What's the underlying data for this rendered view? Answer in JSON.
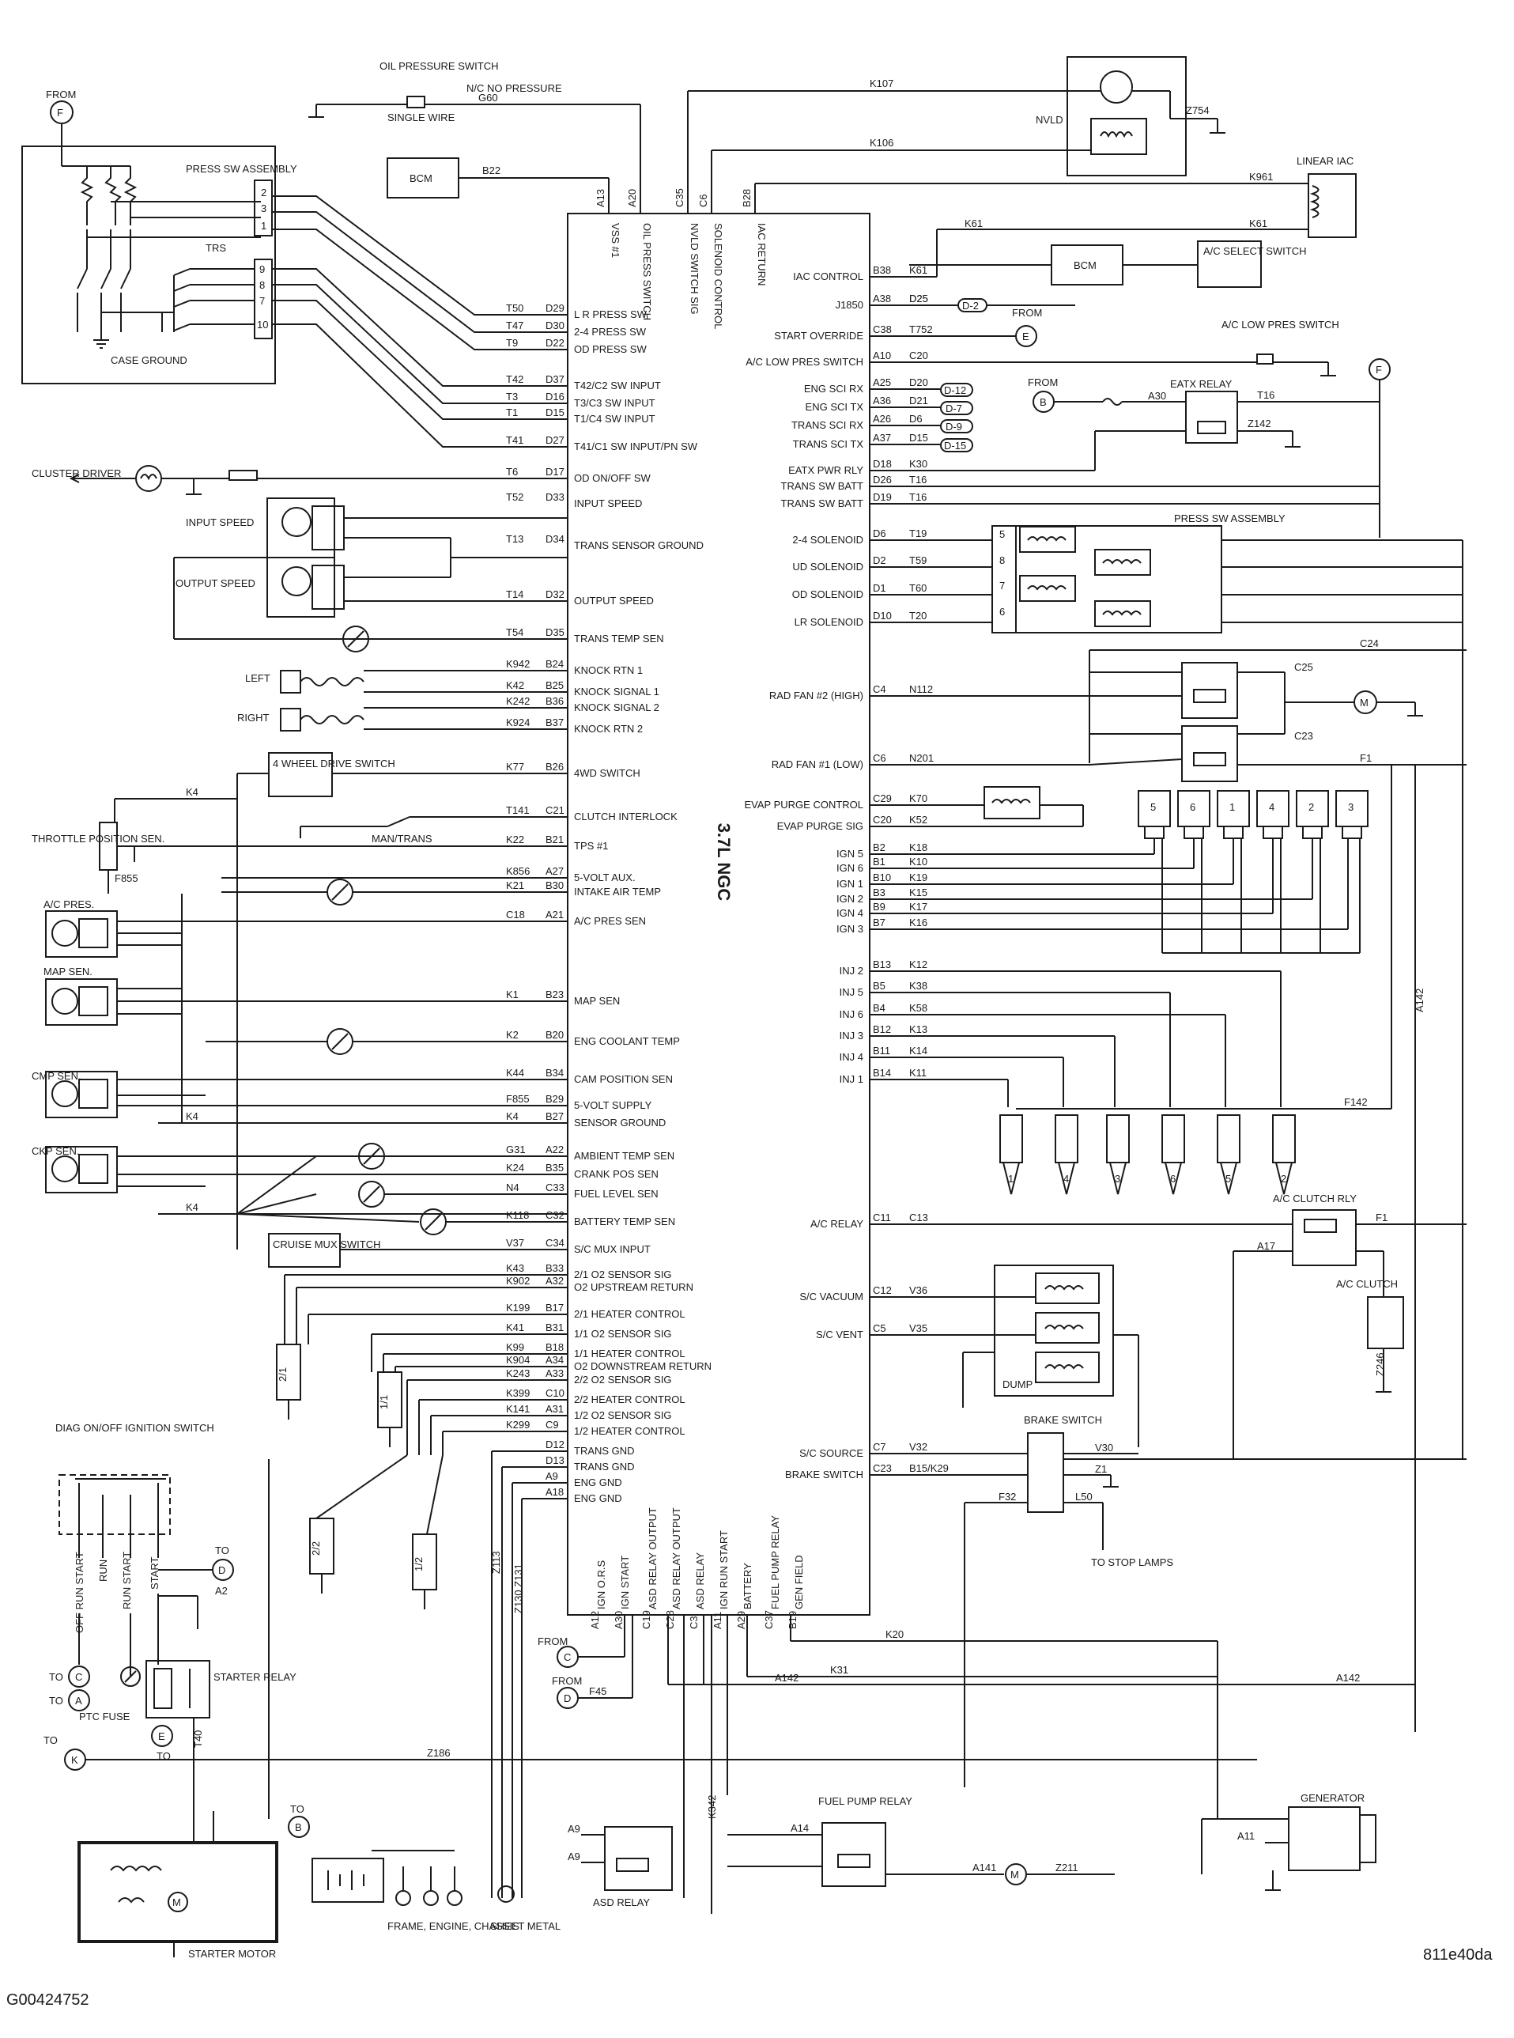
{
  "ecm": {
    "title": "3.7L NGC"
  },
  "top_pins": [
    {
      "pin": "A13",
      "label": "VSS #1"
    },
    {
      "pin": "A20",
      "label": "OIL PRESS SWITCH"
    },
    {
      "pin": "C35",
      "label": "NVLD SWITCH SIG"
    },
    {
      "pin": "C6",
      "label": "SOLENOID CONTROL"
    },
    {
      "pin": "B28",
      "label": "IAC RETURN"
    }
  ],
  "left_pins": [
    {
      "label": "L R PRESS SW",
      "pin": "D29",
      "wire": "T50"
    },
    {
      "label": "2-4 PRESS SW",
      "pin": "D30",
      "wire": "T47"
    },
    {
      "label": "OD PRESS SW",
      "pin": "D22",
      "wire": "T9"
    },
    {
      "label": "T42/C2 SW INPUT",
      "pin": "D37",
      "wire": "T42"
    },
    {
      "label": "T3/C3 SW INPUT",
      "pin": "D16",
      "wire": "T3"
    },
    {
      "label": "T1/C4 SW INPUT",
      "pin": "D15",
      "wire": "T1"
    },
    {
      "label": "T41/C1 SW INPUT/PN SW",
      "pin": "D27",
      "wire": "T41"
    },
    {
      "label": "OD ON/OFF SW",
      "pin": "D17",
      "wire": "T6"
    },
    {
      "label": "INPUT SPEED",
      "pin": "D33",
      "wire": "T52"
    },
    {
      "label": "TRANS SENSOR GROUND",
      "pin": "D34",
      "wire": "T13"
    },
    {
      "label": "OUTPUT SPEED",
      "pin": "D32",
      "wire": "T14"
    },
    {
      "label": "TRANS TEMP SEN",
      "pin": "D35",
      "wire": "T54"
    },
    {
      "label": "KNOCK RTN 1",
      "pin": "B24",
      "wire": "K942"
    },
    {
      "label": "KNOCK SIGNAL 1",
      "pin": "B25",
      "wire": "K42"
    },
    {
      "label": "KNOCK SIGNAL 2",
      "pin": "B36",
      "wire": "K242"
    },
    {
      "label": "KNOCK RTN 2",
      "pin": "B37",
      "wire": "K924"
    },
    {
      "label": "4WD SWITCH",
      "pin": "B26",
      "wire": "K77"
    },
    {
      "label": "CLUTCH INTERLOCK",
      "pin": "C21",
      "wire": "T141"
    },
    {
      "label": "TPS #1",
      "pin": "B21",
      "wire": "K22"
    },
    {
      "label": "5-VOLT AUX.",
      "pin": "A27",
      "wire": "K856"
    },
    {
      "label": "INTAKE AIR TEMP",
      "pin": "B30",
      "wire": "K21"
    },
    {
      "label": "A/C PRES SEN",
      "pin": "A21",
      "wire": "C18"
    },
    {
      "label": "MAP SEN",
      "pin": "B23",
      "wire": "K1"
    },
    {
      "label": "ENG COOLANT TEMP",
      "pin": "B20",
      "wire": "K2"
    },
    {
      "label": "CAM POSITION SEN",
      "pin": "B34",
      "wire": "K44"
    },
    {
      "label": "5-VOLT SUPPLY",
      "pin": "B29",
      "wire": "F855"
    },
    {
      "label": "SENSOR GROUND",
      "pin": "B27",
      "wire": "K4"
    },
    {
      "label": "AMBIENT TEMP SEN",
      "pin": "A22",
      "wire": "G31"
    },
    {
      "label": "CRANK POS SEN",
      "pin": "B35",
      "wire": "K24"
    },
    {
      "label": "FUEL LEVEL SEN",
      "pin": "C33",
      "wire": "N4"
    },
    {
      "label": "BATTERY TEMP SEN",
      "pin": "C32",
      "wire": "K118"
    },
    {
      "label": "S/C MUX INPUT",
      "pin": "C34",
      "wire": "V37"
    },
    {
      "label": "2/1 O2 SENSOR SIG",
      "pin": "B33",
      "wire": "K43"
    },
    {
      "label": "O2 UPSTREAM RETURN",
      "pin": "A32",
      "wire": "K902"
    },
    {
      "label": "2/1 HEATER CONTROL",
      "pin": "B17",
      "wire": "K199"
    },
    {
      "label": "1/1 O2 SENSOR SIG",
      "pin": "B31",
      "wire": "K41"
    },
    {
      "label": "1/1 HEATER CONTROL",
      "pin": "B18",
      "wire": "K99"
    },
    {
      "label": "O2 DOWNSTREAM RETURN",
      "pin": "A34",
      "wire": "K904"
    },
    {
      "label": "2/2 O2 SENSOR SIG",
      "pin": "A33",
      "wire": "K243"
    },
    {
      "label": "2/2 HEATER CONTROL",
      "pin": "C10",
      "wire": "K399"
    },
    {
      "label": "1/2 O2 SENSOR SIG",
      "pin": "A31",
      "wire": "K141"
    },
    {
      "label": "1/2 HEATER CONTROL",
      "pin": "C9",
      "wire": "K299"
    },
    {
      "label": "TRANS GND",
      "pin": "D12",
      "wire": ""
    },
    {
      "label": "TRANS GND",
      "pin": "D13",
      "wire": ""
    },
    {
      "label": "ENG GND",
      "pin": "A9",
      "wire": ""
    },
    {
      "label": "ENG GND",
      "pin": "A18",
      "wire": ""
    }
  ],
  "right_pins": [
    {
      "label": "IAC CONTROL",
      "pin": "B38",
      "wire": "K61"
    },
    {
      "label": "J1850",
      "pin": "A38",
      "wire": "D25"
    },
    {
      "label": "START OVERRIDE",
      "pin": "C38",
      "wire": "T752"
    },
    {
      "label": "A/C LOW PRES SWITCH",
      "pin": "A10",
      "wire": "C20"
    },
    {
      "label": "ENG SCI RX",
      "pin": "A25",
      "wire": "D20"
    },
    {
      "label": "ENG SCI TX",
      "pin": "A36",
      "wire": "D21"
    },
    {
      "label": "TRANS SCI RX",
      "pin": "A26",
      "wire": "D6"
    },
    {
      "label": "TRANS SCI TX",
      "pin": "A37",
      "wire": "D15"
    },
    {
      "label": "EATX PWR RLY",
      "pin": "D18",
      "wire": "K30"
    },
    {
      "label": "TRANS SW BATT",
      "pin": "D26",
      "wire": "T16"
    },
    {
      "label": "TRANS SW BATT",
      "pin": "D19",
      "wire": "T16"
    },
    {
      "label": "2-4 SOLENOID",
      "pin": "D6",
      "wire": "T19"
    },
    {
      "label": "UD SOLENOID",
      "pin": "D2",
      "wire": "T59"
    },
    {
      "label": "OD SOLENOID",
      "pin": "D1",
      "wire": "T60"
    },
    {
      "label": "LR SOLENOID",
      "pin": "D10",
      "wire": "T20"
    },
    {
      "label": "RAD FAN #2 (HIGH)",
      "pin": "C4",
      "wire": "N112"
    },
    {
      "label": "RAD FAN #1 (LOW)",
      "pin": "C6",
      "wire": "N201"
    },
    {
      "label": "EVAP PURGE CONTROL",
      "pin": "C29",
      "wire": "K70"
    },
    {
      "label": "EVAP PURGE SIG",
      "pin": "C20",
      "wire": "K52"
    },
    {
      "label": "IGN 5",
      "pin": "B2",
      "wire": "K18"
    },
    {
      "label": "IGN 6",
      "pin": "B1",
      "wire": "K10"
    },
    {
      "label": "IGN 1",
      "pin": "B10",
      "wire": "K19"
    },
    {
      "label": "IGN 2",
      "pin": "B3",
      "wire": "K15"
    },
    {
      "label": "IGN 4",
      "pin": "B9",
      "wire": "K17"
    },
    {
      "label": "IGN 3",
      "pin": "B7",
      "wire": "K16"
    },
    {
      "label": "INJ 2",
      "pin": "B13",
      "wire": "K12"
    },
    {
      "label": "INJ 5",
      "pin": "B5",
      "wire": "K38"
    },
    {
      "label": "INJ 6",
      "pin": "B4",
      "wire": "K58"
    },
    {
      "label": "INJ 3",
      "pin": "B12",
      "wire": "K13"
    },
    {
      "label": "INJ 4",
      "pin": "B11",
      "wire": "K14"
    },
    {
      "label": "INJ 1",
      "pin": "B14",
      "wire": "K11"
    },
    {
      "label": "A/C RELAY",
      "pin": "C11",
      "wire": "C13"
    },
    {
      "label": "S/C VACUUM",
      "pin": "C12",
      "wire": "V36"
    },
    {
      "label": "S/C VENT",
      "pin": "C5",
      "wire": "V35"
    },
    {
      "label": "S/C SOURCE",
      "pin": "C7",
      "wire": "V32"
    },
    {
      "label": "BRAKE SWITCH",
      "pin": "C23",
      "wire": "B15/K29"
    }
  ],
  "bottom_pins": [
    {
      "pin": "A12",
      "label": "IGN O.R.S"
    },
    {
      "pin": "A30",
      "label": "IGN START"
    },
    {
      "pin": "C19",
      "label": "ASD RELAY OUTPUT"
    },
    {
      "pin": "C28",
      "label": "ASD RELAY OUTPUT"
    },
    {
      "pin": "C3",
      "label": "ASD RELAY"
    },
    {
      "pin": "A11",
      "label": "IGN RUN START"
    },
    {
      "pin": "A29",
      "label": "BATTERY"
    },
    {
      "pin": "C37",
      "label": "FUEL PUMP RELAY"
    },
    {
      "pin": "B19",
      "label": "GEN FIELD"
    }
  ],
  "components": {
    "from_f": "FROM",
    "oil_switch": "OIL PRESSURE SWITCH",
    "nc_no_pressure": "N/C NO PRESSURE",
    "single_wire": "SINGLE WIRE",
    "bcm": "BCM",
    "press_sw_assembly": "PRESS SW ASSEMBLY",
    "trs": "TRS",
    "case_ground": "CASE GROUND",
    "cluster_driver": "CLUSTER DRIVER",
    "input_speed": "INPUT SPEED",
    "output_speed": "OUTPUT SPEED",
    "left": "LEFT",
    "right": "RIGHT",
    "four_wd": "4 WHEEL DRIVE SWITCH",
    "man_trans": "MAN/TRANS",
    "tps": "THROTTLE POSITION SEN.",
    "ac_pres": "A/C PRES.",
    "map_sen": "MAP SEN.",
    "cmp_sen": "CMP SEN.",
    "ckp_sen": "CKP SEN.",
    "cruise_mux": "CRUISE MUX SWITCH",
    "diag": "DIAG ON/OFF IGNITION SWITCH",
    "starter_relay": "STARTER RELAY",
    "ptc_fuse": "PTC FUSE",
    "starter_motor": "STARTER MOTOR",
    "frame": "FRAME, ENGINE, CHASSIS",
    "sheet_metal": "SHEET METAL",
    "asd_relay": "ASD RELAY",
    "fuel_pump_relay": "FUEL PUMP RELAY",
    "generator": "GENERATOR",
    "nvld": "NVLD",
    "linear_iac": "LINEAR IAC",
    "ac_select": "A/C SELECT SWITCH",
    "ac_low_pres": "A/C LOW PRES SWITCH",
    "eatx_relay": "EATX RELAY",
    "press_sw_assembly_r": "PRESS SW ASSEMBLY",
    "ac_clutch_rly": "A/C CLUTCH RLY",
    "ac_clutch": "A/C CLUTCH",
    "dump": "DUMP",
    "brake_switch": "BRAKE SWITCH",
    "stop_lamps": "TO STOP LAMPS",
    "from": "FROM",
    "to": "TO",
    "off_run_start": "OFF RUN START",
    "run": "RUN",
    "run_start": "RUN START",
    "start": "START"
  },
  "wires": {
    "g60": "G60",
    "b22": "B22",
    "k107": "K107",
    "k106": "K106",
    "z754": "Z754",
    "k961": "K961",
    "k61": "K61",
    "d25": "D25",
    "d2": "D-2",
    "d12": "D-12",
    "d7": "D-7",
    "d9": "D-9",
    "d15": "D-15",
    "t16": "T16",
    "z142": "Z142",
    "a30": "A30",
    "c24": "C24",
    "c25": "C25",
    "c23": "C23",
    "f1": "F1",
    "a142": "A142",
    "f142": "F142",
    "a17": "A17",
    "z246": "Z246",
    "v30": "V30",
    "z1": "Z1",
    "f32": "F32",
    "l50": "L50",
    "k20": "K20",
    "k31": "K31",
    "a14": "A14",
    "k342": "K342",
    "a9": "A9",
    "a11": "A11",
    "a141": "A141",
    "z211": "Z211",
    "z186": "Z186",
    "z113": "Z113",
    "z131": "Z130 Z131",
    "f855": "F855",
    "k4": "K4",
    "a2": "A2",
    "t40": "T40",
    "f45": "F45"
  },
  "solenoid_pins": [
    "5",
    "8",
    "7",
    "6"
  ],
  "coil_numbers": [
    "5",
    "6",
    "1",
    "4",
    "2",
    "3"
  ],
  "injector_numbers": [
    "1",
    "4",
    "3",
    "6",
    "5",
    "2"
  ],
  "o2_sensors": [
    "2/1",
    "1/1",
    "2/2",
    "1/2"
  ],
  "circles": [
    "F",
    "E",
    "B",
    "F",
    "C",
    "A",
    "K",
    "E",
    "D",
    "B",
    "C",
    "D"
  ],
  "footer": {
    "left": "G00424752",
    "right": "811e40da"
  }
}
